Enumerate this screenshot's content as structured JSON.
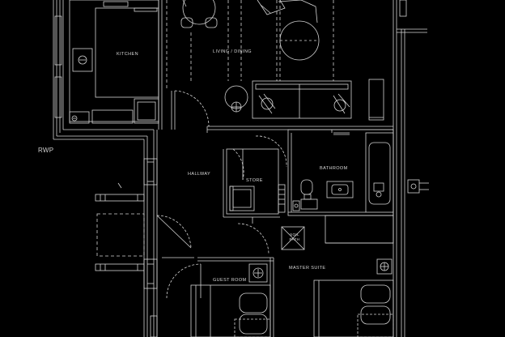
{
  "plan": {
    "background": "#000000",
    "line_color": "#d4d4d4",
    "rooms": {
      "kitchen": "KITCHEN",
      "living_dining": "LIVING / DINING",
      "hallway": "HALLWAY",
      "store": "STORE",
      "bathroom": "BATHROOM",
      "master_suite": "MASTER SUITE",
      "guest_room": "GUEST ROOM"
    },
    "annotations": {
      "rwp": "RWP",
      "soil_line1": "SOIL",
      "soil_line2": "PATH"
    }
  }
}
